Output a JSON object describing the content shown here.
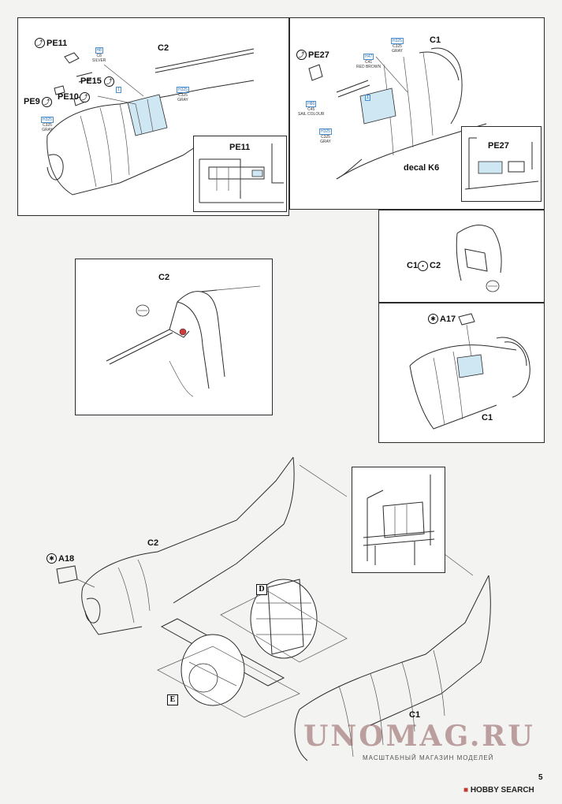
{
  "page": {
    "number": "5"
  },
  "step1": {
    "parts": [
      "PE11",
      "PE15",
      "PE10",
      "PE9",
      "C2"
    ],
    "inset_label": "PE11",
    "colors": [
      {
        "code": "H8",
        "ref": "C8",
        "name": "SILVER"
      },
      {
        "code": "H325",
        "ref": "C325",
        "name": "GRAY"
      },
      {
        "code": "H325",
        "ref": "C325",
        "name": "GRAY"
      }
    ],
    "step_tag": "1"
  },
  "step2": {
    "parts": [
      "PE27",
      "C1"
    ],
    "decal": "decal K6",
    "inset_label": "PE27",
    "colors": [
      {
        "code": "H325",
        "ref": "C325",
        "name": "GRAY"
      },
      {
        "code": "H47",
        "ref": "C41",
        "name": "RED BROWN"
      },
      {
        "code": "H80",
        "ref": "C45",
        "name": "SAIL COLOUR"
      },
      {
        "code": "H325",
        "ref": "C325",
        "name": "GRAY"
      }
    ],
    "step_tag": "1"
  },
  "step3": {
    "part": "C2"
  },
  "step4": {
    "part_a": "C1",
    "part_b": "C2"
  },
  "step5": {
    "part": "A17",
    "fuselage": "C1"
  },
  "step6": {
    "part_a18": "A18",
    "part_c2": "C2",
    "part_c1": "C1",
    "sub_d": "D",
    "sub_e": "E"
  },
  "watermark": {
    "brand": "UNOMAG.RU",
    "tagline": "МАСШТАБНЫЙ МАГАЗИН МОДЕЛЕЙ"
  },
  "footer": {
    "logo_mark": "■",
    "logo_text": "HOBBY SEARCH"
  },
  "accent": {
    "clear_part": "#cfe6f3",
    "paint_code": "#4a8fd0",
    "pin_red": "#d23b3b"
  }
}
